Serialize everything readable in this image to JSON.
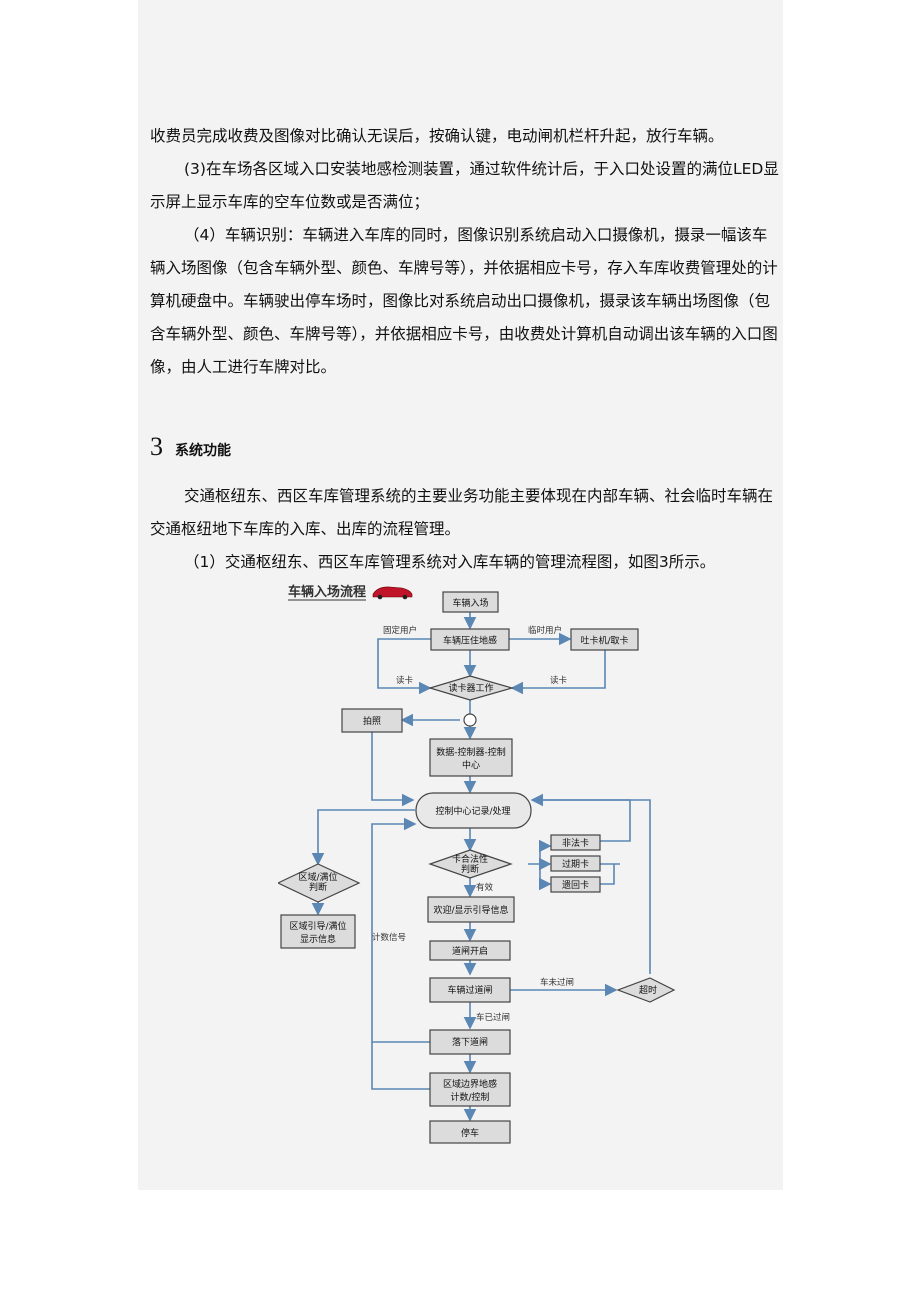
{
  "paragraphs": {
    "p1": "收费员完成收费及图像对比确认无误后，按确认键，电动闸机栏杆升起，放行车辆。",
    "p2": "(3)在车场各区域入口安装地感检测装置，通过软件统计后，于入口处设置的满位LED显示屏上显示车库的空车位数或是否满位；",
    "p3": "（4）车辆识别：车辆进入车库的同时，图像识别系统启动入口摄像机，摄录一幅该车辆入场图像（包含车辆外型、颜色、车牌号等），并依据相应卡号，存入车库收费管理处的计算机硬盘中。车辆驶出停车场时，图像比对系统启动出口摄像机，摄录该车辆出场图像（包含车辆外型、颜色、车牌号等），并依据相应卡号，由收费处计算机自动调出该车辆的入口图像，由人工进行车牌对比。",
    "p4": "交通枢纽东、西区车库管理系统的主要业务功能主要体现在内部车辆、社会临时车辆在交通枢纽地下车库的入库、出库的流程管理。",
    "p5": "（1）交通枢纽东、西区车库管理系统对入库车辆的管理流程图，如图3所示。"
  },
  "section": {
    "number": "3",
    "title": "系统功能"
  },
  "flowchart": {
    "title": "车辆入场流程",
    "nodes": {
      "entry": "车辆入场",
      "pressure": "车辆压住地感",
      "ticket": "吐卡机/取卡",
      "reader": "读卡器工作",
      "photo": "拍照",
      "data": "数据-控制器-控制",
      "data2": "中心",
      "control": "控制中心记录/处理",
      "valid_check": "卡合法性",
      "valid_check2": "判断",
      "illegal": "非法卡",
      "expired": "过期卡",
      "returned": "遗回卡",
      "area_check": "区域/满位",
      "area_check2": "判断",
      "area_guide": "区域引导/满位",
      "area_guide2": "显示信息",
      "welcome": "欢迎/显示引导信息",
      "gate_open": "道闸开启",
      "pass_gate": "车辆过道闸",
      "timeout": "超时",
      "gate_close": "落下道闸",
      "area_sensor": "区域边界地感",
      "area_sensor2": "计数/控制",
      "park": "停车"
    },
    "labels": {
      "fixed_user": "固定用户",
      "temp_user": "临时用户",
      "read_left": "读卡",
      "read_right": "读卡",
      "valid": "有效",
      "not_passed": "车未过闸",
      "passed": "车已过闸",
      "count_signal": "计数信号"
    },
    "colors": {
      "line": "#5b87b5",
      "box": "#dcdcdc",
      "car": "#c0142a"
    }
  }
}
